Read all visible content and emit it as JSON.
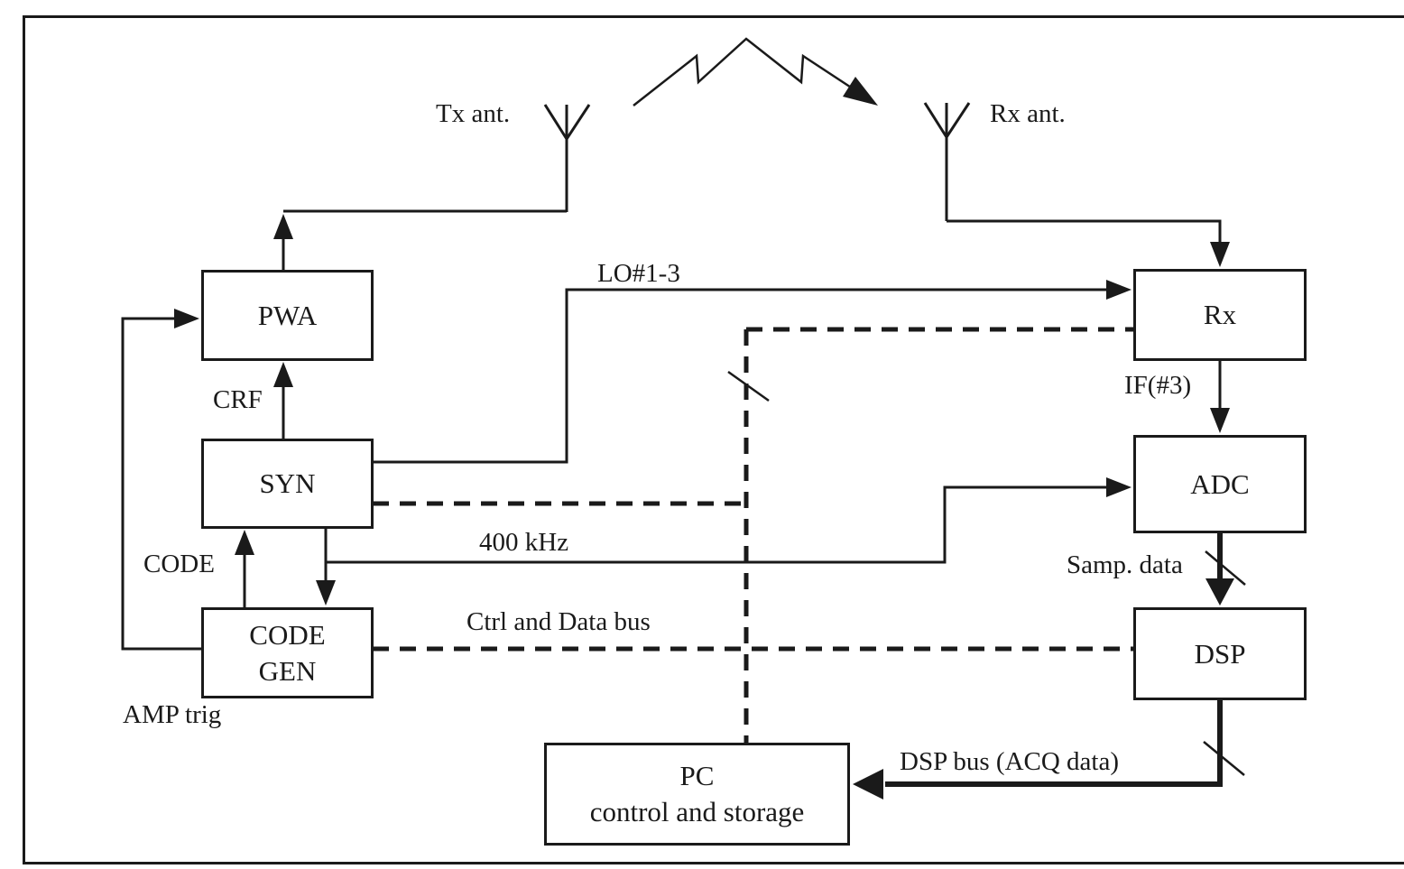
{
  "diagram": {
    "type": "block-diagram",
    "description": "Radar transceiver system block diagram",
    "blocks": {
      "pwa": {
        "label": "PWA"
      },
      "syn": {
        "label": "SYN"
      },
      "code_gen": {
        "line1": "CODE",
        "line2": "GEN"
      },
      "rx": {
        "label": "Rx"
      },
      "adc": {
        "label": "ADC"
      },
      "dsp": {
        "label": "DSP"
      },
      "pc": {
        "line1": "PC",
        "line2": "control and storage"
      }
    },
    "labels": {
      "tx_ant": "Tx ant.",
      "rx_ant": "Rx ant.",
      "lo": "LO#1-3",
      "crf": "CRF",
      "code": "CODE",
      "khz400": "400 kHz",
      "ctrl_bus": "Ctrl and Data bus",
      "amp_trig": "AMP trig",
      "if3": "IF(#3)",
      "samp_data": "Samp. data",
      "dsp_bus": "DSP bus (ACQ data)"
    },
    "colors": {
      "ink": "#1a1a1a",
      "background": "#ffffff"
    }
  }
}
